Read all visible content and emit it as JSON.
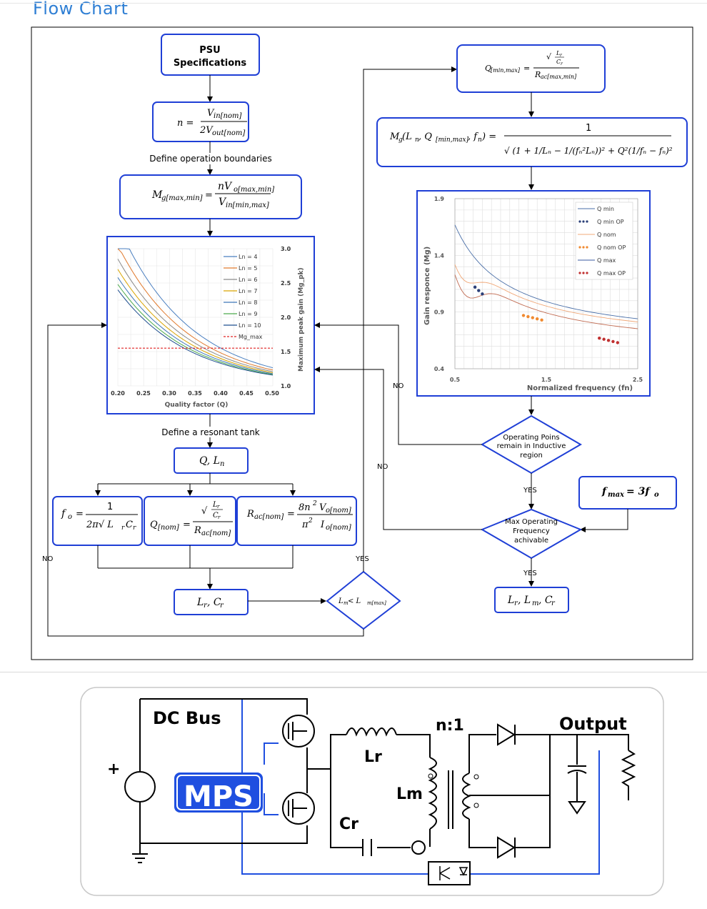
{
  "heading": "Flow Chart",
  "colors": {
    "accent": "#2f7fd4",
    "box": "#1f3fd6",
    "line": "#000000"
  },
  "flow": {
    "psu": [
      "PSU",
      "Specifications"
    ],
    "n_formula": {
      "lhs": "n =",
      "num": "V",
      "num_sub": "in[nom]",
      "den": "2V",
      "den_sub": "out[nom]"
    },
    "define_boundaries": "Define operation boundaries",
    "mg_formula": {
      "lhs": "M",
      "lhs_sub": "g[max,min]",
      "eq": "=",
      "num": "nV",
      "num_sub": "o[max,min]",
      "den": "V",
      "den_sub": "in[min,max]"
    },
    "q_formula": {
      "lhs": "Q",
      "lhs_sub": "[min,max]",
      "eq": "=",
      "sqrt": "√",
      "frac_num": "L",
      "frac_num_sub": "r",
      "frac_den": "C",
      "frac_den_sub": "r",
      "den": "R",
      "den_sub": "ac[max,min]"
    },
    "gain_formula": {
      "lhs": "M",
      "lhs_sub": "g",
      "args": "(L",
      "args_sub": "n",
      "args2": ", Q",
      "args2_sub": "[min,max]",
      "args3": ", f",
      "args3_sub": "n",
      "args4": ") =",
      "num": "1",
      "den": "√ (1 + 1/Lₙ − 1/(fₙ²Lₙ))² + Q²(1/fₙ − fₙ)²"
    },
    "define_tank": "Define a resonant tank",
    "q_ln": "Q, L",
    "q_ln_sub": "n",
    "fo_formula": {
      "lhs": "f",
      "lhs_sub": "o",
      "eq": "=",
      "num": "1",
      "den": "2π√ L",
      "den_sub": "r",
      "den2": "C",
      "den2_sub": "r"
    },
    "qnom_formula": {
      "lhs": "Q",
      "lhs_sub": "[nom]",
      "eq": "=",
      "sqrt": "√",
      "fn": "L",
      "fn_sub": "r",
      "fd": "C",
      "fd_sub": "r",
      "den": "R",
      "den_sub": "ac[nom]"
    },
    "rac_formula": {
      "lhs": "R",
      "lhs_sub": "ac[nom]",
      "eq": "=",
      "num": "8n",
      "num_sup": "2",
      "num2": "V",
      "num2_sub": "o[nom]",
      "den": "π",
      "den_sup": "2",
      "den2": "I",
      "den2_sub": "o[nom]"
    },
    "lr_cr": "L",
    "lr_cr_sub1": "r",
    "lr_cr_mid": ", C",
    "lr_cr_sub2": "r",
    "lm_check": "L",
    "lm_check_sub1": "m",
    "lm_check_mid": " < L",
    "lm_check_sub2": "m[max]",
    "op_points": [
      "Operating Poins",
      "remain in Inductive",
      "region"
    ],
    "max_freq": [
      "Max Operating",
      "Frequency",
      "achivable"
    ],
    "fmax": "f",
    "fmax_sub": "max",
    "fmax_rhs": " = 3f",
    "fmax_rhs_sub": "o",
    "final": "L",
    "final_sub1": "r",
    "final_mid1": ", L",
    "final_sub2": "m",
    "final_mid2": ", C",
    "final_sub3": "r",
    "labels": {
      "no": "NO",
      "yes": "YES"
    }
  },
  "chart_data": [
    {
      "type": "line",
      "xlabel": "Quality factor (Q)",
      "ylabel": "Maximum peak gain (Mg_pk)",
      "xlim": [
        0.2,
        0.5
      ],
      "ylim": [
        1.0,
        3.0
      ],
      "xticks": [
        "0.20",
        "0.25",
        "0.30",
        "0.35",
        "0.40",
        "0.45",
        "0.50"
      ],
      "yticks": [
        "1.0",
        "1.5",
        "2.0",
        "2.5",
        "3.0"
      ],
      "legend": "top-right",
      "series": [
        {
          "name": "Ln = 4",
          "color": "#4a7fc0",
          "k": 2.35
        },
        {
          "name": "Ln = 5",
          "color": "#e07a2e",
          "k": 2.05
        },
        {
          "name": "Ln = 6",
          "color": "#8a8a8a",
          "k": 1.85
        },
        {
          "name": "Ln = 7",
          "color": "#d9a400",
          "k": 1.7
        },
        {
          "name": "Ln = 8",
          "color": "#3d76b8",
          "k": 1.58
        },
        {
          "name": "Ln = 9",
          "color": "#4caa4c",
          "k": 1.48
        },
        {
          "name": "Ln = 10",
          "color": "#1f4f8f",
          "k": 1.4
        },
        {
          "name": "Mg_max",
          "color": "#e02020",
          "dashed": true,
          "value": 1.55
        }
      ]
    },
    {
      "type": "line",
      "xlabel": "Normalized frequency (fn)",
      "ylabel": "Gain responce (Mg)",
      "xlim": [
        0.5,
        2.5
      ],
      "ylim": [
        0.4,
        1.9
      ],
      "xticks": [
        "0.5",
        "1.5",
        "2.5"
      ],
      "yticks": [
        "0.4",
        "0.9",
        "1.4",
        "1.9"
      ],
      "legend": "top-right",
      "series": [
        {
          "name": "Q min",
          "color": "#4a6fa8"
        },
        {
          "name": "Q min OP",
          "color": "#2b3f78",
          "dots": [
            [
              0.72,
              1.12
            ],
            [
              0.76,
              1.09
            ],
            [
              0.8,
              1.06
            ]
          ]
        },
        {
          "name": "Q nom",
          "color": "#f0a878"
        },
        {
          "name": "Q nom OP",
          "color": "#f08a30",
          "dots": [
            [
              1.25,
              0.87
            ],
            [
              1.3,
              0.86
            ],
            [
              1.35,
              0.85
            ],
            [
              1.4,
              0.84
            ],
            [
              1.45,
              0.83
            ]
          ]
        },
        {
          "name": "Q max",
          "color": "#3a5aa0"
        },
        {
          "name": "Q max OP",
          "color": "#c03030",
          "dots": [
            [
              2.08,
              0.67
            ],
            [
              2.13,
              0.66
            ],
            [
              2.18,
              0.65
            ],
            [
              2.23,
              0.64
            ],
            [
              2.28,
              0.63
            ]
          ]
        }
      ]
    }
  ],
  "schematic": {
    "dc_bus": "DC Bus",
    "output": "Output",
    "n1": "n:1",
    "lr": "Lr",
    "lm": "Lm",
    "cr": "Cr",
    "plus": "+",
    "logo": "MPS"
  }
}
